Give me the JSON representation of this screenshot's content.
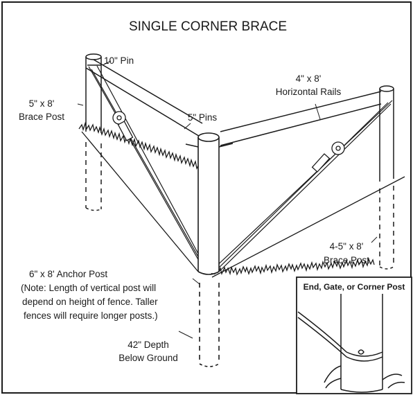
{
  "title": "SINGLE CORNER BRACE",
  "labels": {
    "pin10": "10\" Pin",
    "rails_l1": "4\" x 8'",
    "rails_l2": "Horizontal Rails",
    "brace_left_l1": "5\" x 8'",
    "brace_left_l2": "Brace Post",
    "pins5": "5\" Pins",
    "brace_right_l1": "4-5\" x 8'",
    "brace_right_l2": "Brace Post",
    "anchor_l1": "6\" x 8' Anchor Post",
    "anchor_l2": "(Note: Length of vertical post will",
    "anchor_l3": "depend on height of fence. Taller",
    "anchor_l4": "fences will require longer posts.)",
    "depth_l1": "42\" Depth",
    "depth_l2": "Below Ground"
  },
  "inset": {
    "title": "End, Gate, or Corner Post"
  },
  "colors": {
    "line": "#1a1a1a",
    "background": "#ffffff"
  }
}
